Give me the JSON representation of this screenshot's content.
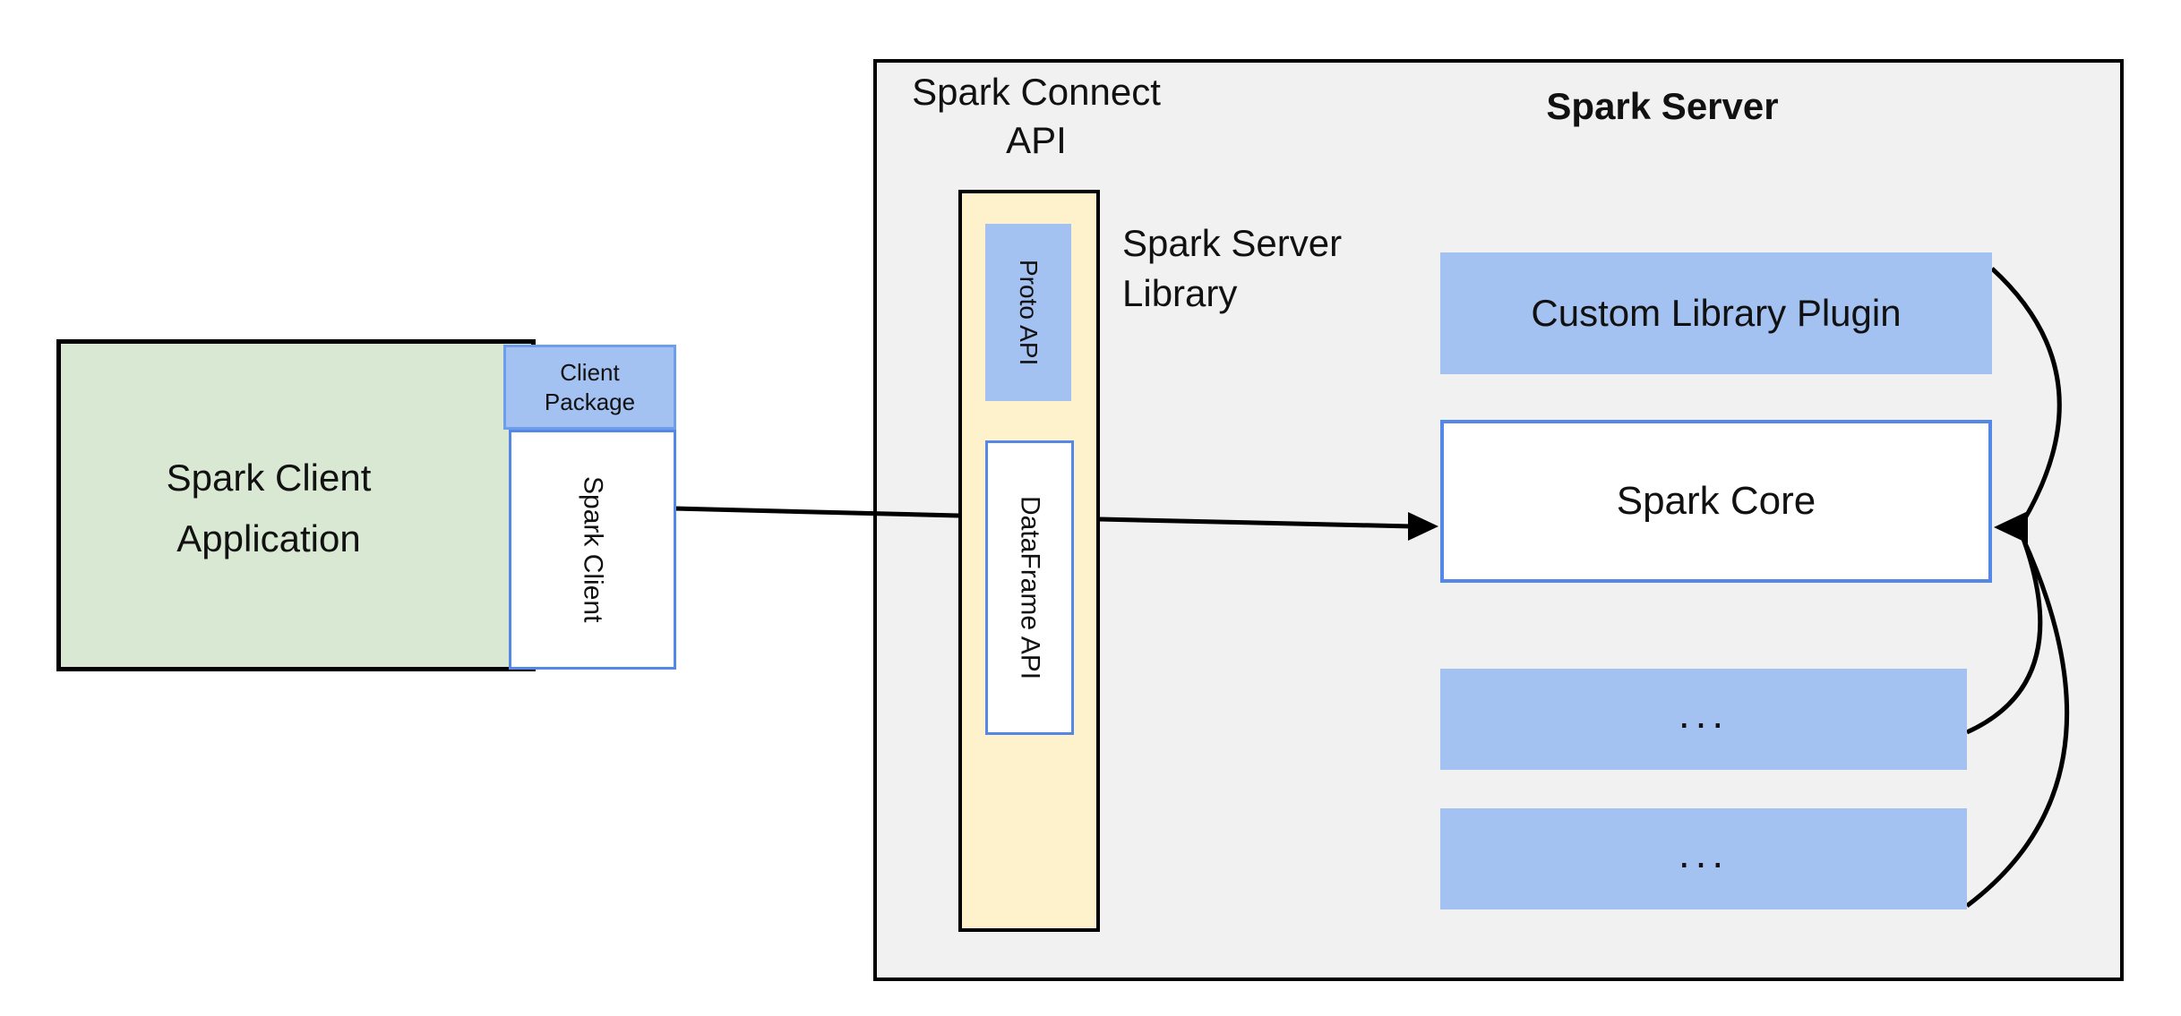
{
  "client": {
    "app_label": "Spark Client Application",
    "package_label": "Client Package",
    "spark_client_label": "Spark Client"
  },
  "connect": {
    "title": "Spark Connect API",
    "proto_api_label": "Proto API",
    "dataframe_api_label": "DataFrame API",
    "library_label": "Spark Server Library"
  },
  "server": {
    "title": "Spark Server",
    "plugin_label": "Custom Library Plugin",
    "core_label": "Spark Core",
    "ellipsis_1": "...",
    "ellipsis_2": "..."
  },
  "colors": {
    "green-fill": "#d9e8d2",
    "blue-fill": "#a3c2f2",
    "yellow-fill": "#fdf2cc",
    "panel-fill": "#f1f1f2",
    "blue-border": "#5488e8",
    "package-border": "#6d9eeb",
    "line-color": "#000000"
  }
}
